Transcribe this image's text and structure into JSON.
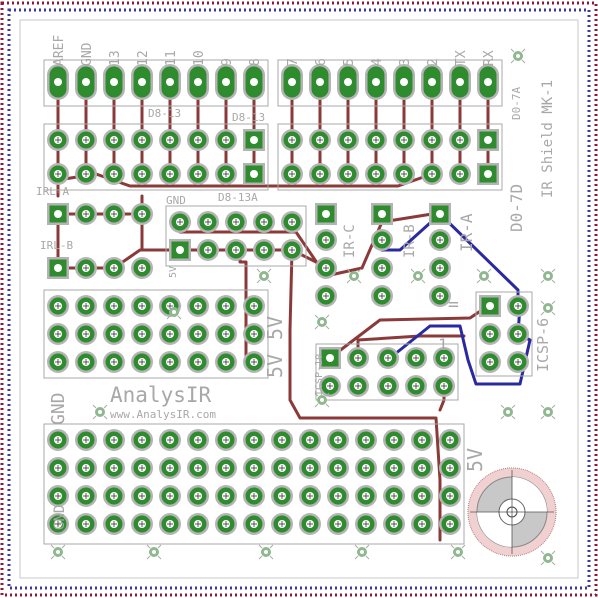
{
  "board": {
    "title": "IR Shield MK-1",
    "brand": "AnalysIR",
    "website": "www.AnalysIR.com",
    "colors": {
      "background": "#ffffff",
      "pad_copper": "#2e8b2e",
      "pad_ring": "#b4b4b4",
      "top_trace": "#8b3a3a",
      "bottom_trace": "#2a2aa0",
      "silkscreen": "#a8a8a8",
      "outline_red": "#8b1a3a",
      "outline_blue": "#3a3aa0"
    }
  },
  "header_labels": {
    "top": [
      "AREF",
      "GND",
      "13",
      "12",
      "11",
      "10",
      "9",
      "8",
      "7",
      "6",
      "5",
      "4",
      "3",
      "2",
      "TX",
      "RX"
    ],
    "group_d8_13": "D8-13",
    "group_d8_13b": "D8-13",
    "group_d0_7a": "D0-7A",
    "group_d0_7d": "D0-7D",
    "group_d8_13a": "D8-13A",
    "gnd": "GND"
  },
  "block_labels": {
    "irl_a": "IRL-A",
    "irl_b": "IRL-B",
    "ir_a": "IR-A",
    "ir_b": "IR-B",
    "ir_c": "IR-C",
    "icsp_6": "ICSP-6",
    "icsp_10": "ICSP-10",
    "five_v_1": "5V",
    "five_v_2": "5V",
    "five_v_3": "5V",
    "five_v_side": "5V",
    "gnd_side": "GND",
    "gnd_bottom": "GND"
  }
}
